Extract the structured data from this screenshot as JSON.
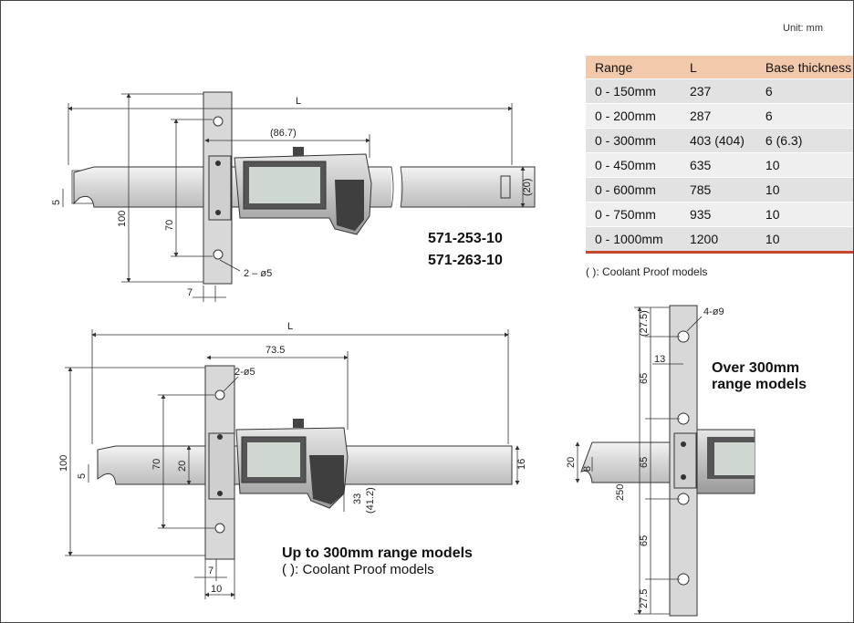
{
  "unit_label": "Unit: mm",
  "table": {
    "headers": [
      "Range",
      "L",
      "Base thickness"
    ],
    "rows": [
      [
        "0 - 150mm",
        "237",
        "6"
      ],
      [
        "0 - 200mm",
        "287",
        "6"
      ],
      [
        "0 - 300mm",
        "403 (404)",
        "6 (6.3)"
      ],
      [
        "0 - 450mm",
        "635",
        "10"
      ],
      [
        "0 - 600mm",
        "785",
        "10"
      ],
      [
        "0 - 750mm",
        "935",
        "10"
      ],
      [
        "0 - 1000mm",
        "1200",
        "10"
      ]
    ]
  },
  "coolant_note": "( ): Coolant Proof models",
  "models": [
    "571-253-10",
    "571-263-10"
  ],
  "caption_over": [
    "Over 300mm",
    "range models"
  ],
  "caption_upto": "Up to 300mm range models",
  "caption_upto_note": "(   ): Coolant Proof models",
  "dims_top": {
    "L": "L",
    "d86": "(86.7)",
    "d5": "5",
    "d100": "100",
    "d70": "70",
    "d20": "(20)",
    "holes": "2 – ø5",
    "d7": "7"
  },
  "dims_bottom": {
    "L": "L",
    "d73": "73.5",
    "holes": "2-ø5",
    "d100": "100",
    "d70": "70",
    "d20": "20",
    "d5": "5",
    "d33": "33",
    "d41": "(41.2)",
    "d16": "16",
    "d7": "7",
    "d10": "10"
  },
  "dims_right": {
    "d27a": "(27.5)",
    "holes": "4-ø9",
    "d13": "13",
    "d65a": "65",
    "d20": "20",
    "d8": "8",
    "d65m": "65",
    "d250": "250",
    "d65b": "65",
    "d27b": "27.5"
  }
}
